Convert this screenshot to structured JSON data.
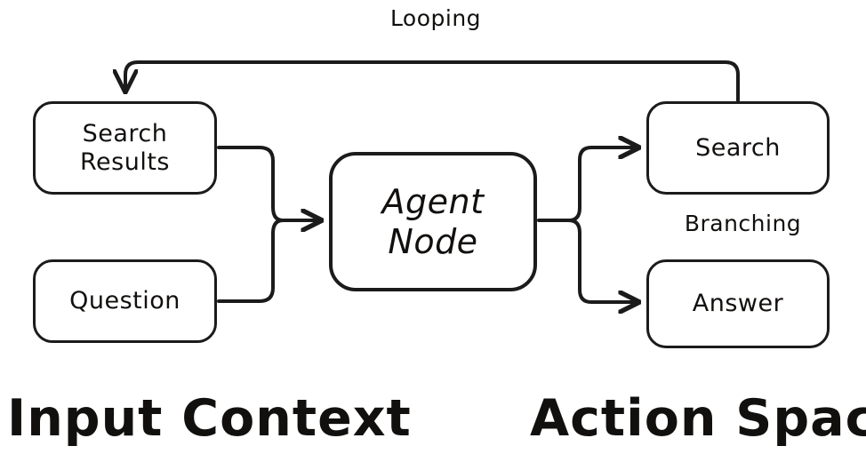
{
  "diagram": {
    "title_hidden": "",
    "stroke_color": "#1b1b1b",
    "text_color": "#12100e",
    "background_color": "#ffffff",
    "nodes": [
      {
        "id": "search-results",
        "label": "Search\nResults"
      },
      {
        "id": "question",
        "label": "Question"
      },
      {
        "id": "agent-node",
        "label": "Agent\nNode"
      },
      {
        "id": "search",
        "label": "Search"
      },
      {
        "id": "answer",
        "label": "Answer"
      }
    ],
    "edge_labels": [
      {
        "id": "looping",
        "label": "Looping"
      },
      {
        "id": "branching",
        "label": "Branching"
      }
    ],
    "group_labels": [
      {
        "id": "input-context",
        "label": "Input Context"
      },
      {
        "id": "action-space",
        "label": "Action Space"
      }
    ],
    "edges": [
      {
        "from": "search-results",
        "to": "agent-node",
        "arrow": true
      },
      {
        "from": "question",
        "to": "agent-node",
        "arrow": true
      },
      {
        "from": "agent-node",
        "to": "search",
        "arrow": true
      },
      {
        "from": "agent-node",
        "to": "answer",
        "arrow": true
      },
      {
        "from": "search",
        "to": "search-results",
        "arrow": true,
        "label": "Looping"
      }
    ]
  }
}
